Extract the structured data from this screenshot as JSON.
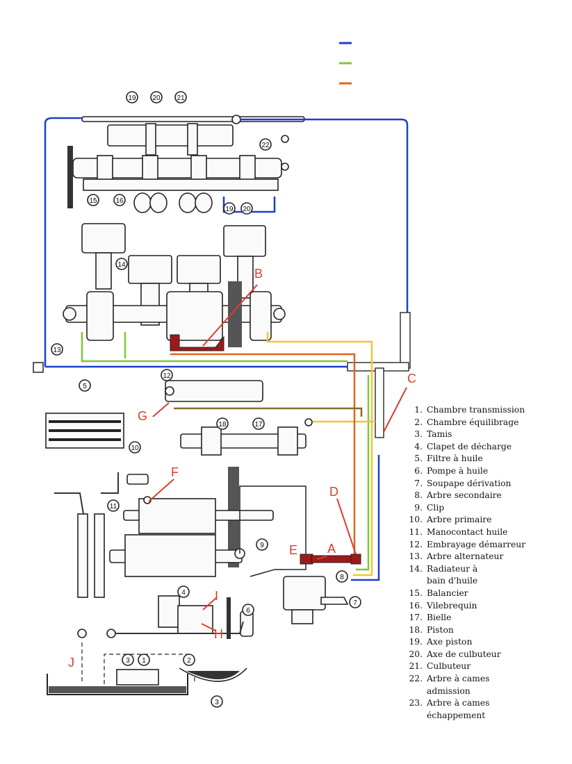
{
  "colors": {
    "blue": "#1e3fc9",
    "green": "#7cc83a",
    "orange": "#e0641e",
    "yellow": "#f2c630",
    "olive": "#8a6a2a",
    "red_part": "#9e1a1a",
    "callout": "#e03a2c"
  },
  "callouts": [
    "A",
    "B",
    "C",
    "D",
    "E",
    "F",
    "G",
    "H",
    "I",
    "J"
  ],
  "part_numbers": {
    "n19a": "19",
    "n20a": "20",
    "n21": "21",
    "n22": "22",
    "n19b": "19",
    "n20b": "20",
    "n15": "15",
    "n16": "16",
    "n14": "14",
    "n13": "13",
    "n12": "12",
    "n5": "5",
    "n18": "18",
    "n17": "17",
    "n10": "10",
    "n11": "11",
    "n9": "9",
    "n8": "8",
    "n7": "7",
    "n6": "6",
    "n4": "4",
    "n2": "2",
    "n3a": "3",
    "n1": "1",
    "n3b": "3"
  },
  "legend": [
    {
      "num": "1.",
      "text": "Chambre transmission"
    },
    {
      "num": "2.",
      "text": "Chambre équilibrage"
    },
    {
      "num": "3.",
      "text": "Tamis"
    },
    {
      "num": "4.",
      "text": "Clapet de décharge"
    },
    {
      "num": "5.",
      "text": "Filtre à huile"
    },
    {
      "num": "6.",
      "text": "Pompe à huile"
    },
    {
      "num": "7.",
      "text": "Soupape dérivation"
    },
    {
      "num": "8.",
      "text": "Arbre secondaire"
    },
    {
      "num": "9.",
      "text": "Clip"
    },
    {
      "num": "10.",
      "text": "Arbre primaire"
    },
    {
      "num": "11.",
      "text": "Manocontact huile"
    },
    {
      "num": "12.",
      "text": "Embrayage démarreur"
    },
    {
      "num": "13.",
      "text": "Arbre alternateur"
    },
    {
      "num": "14.",
      "text": "Radiateur à",
      "cont": "bain d'huile"
    },
    {
      "num": "15.",
      "text": "Balancier"
    },
    {
      "num": "16.",
      "text": "Vilebrequin"
    },
    {
      "num": "17.",
      "text": "Bielle"
    },
    {
      "num": "18.",
      "text": "Piston"
    },
    {
      "num": "19.",
      "text": "Axe piston"
    },
    {
      "num": "20.",
      "text": "Axe de culbuteur"
    },
    {
      "num": "21.",
      "text": "Culbuteur"
    },
    {
      "num": "22.",
      "text": "Arbre à cames",
      "cont": "admission"
    },
    {
      "num": "23.",
      "text": "Arbre à cames",
      "cont": "échappement"
    }
  ]
}
